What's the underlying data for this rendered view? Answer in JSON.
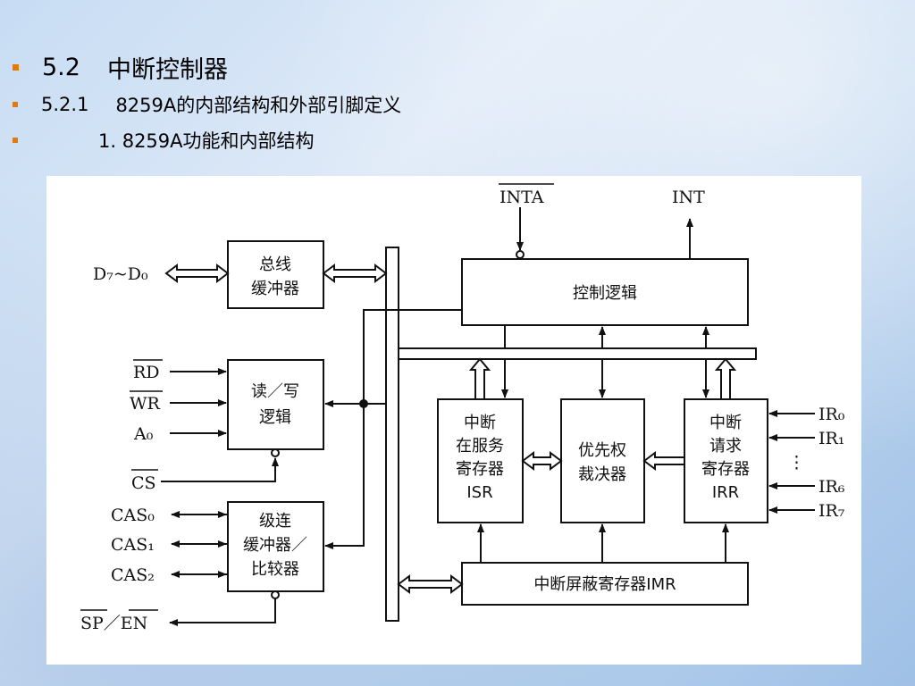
{
  "slide": {
    "title_number": "5.2",
    "title_text": "中断控制器",
    "subtitle_number": "5.2.1",
    "subtitle_text": "8259A的内部结构和外部引脚定义",
    "item_text": "1. 8259A功能和内部结构"
  },
  "colors": {
    "bullet": "#e07a10",
    "diagram_line": "#111111"
  },
  "diagram": {
    "pins": {
      "inta": "INTA",
      "int": "INT",
      "d7_d0": "D₇~D₀",
      "rd": "RD",
      "wr": "WR",
      "a0": "A₀",
      "cs": "CS",
      "cas0": "CAS₀",
      "cas1": "CAS₁",
      "cas2": "CAS₂",
      "sp_en": "SP／EN",
      "ir0": "IR₀",
      "ir1": "IR₁",
      "ir_dots": "⋮",
      "ir6": "IR₆",
      "ir7": "IR₇"
    },
    "blocks": {
      "bus_buffer": [
        "总线",
        "缓冲器"
      ],
      "rw_logic": [
        "读／写",
        "逻辑"
      ],
      "cascade": [
        "级连",
        "缓冲器／",
        "比较器"
      ],
      "control_logic": [
        "控制逻辑"
      ],
      "isr": [
        "中断",
        "在服务",
        "寄存器",
        "ISR"
      ],
      "priority": [
        "优先权",
        "裁决器"
      ],
      "irr": [
        "中断",
        "请求",
        "寄存器",
        "IRR"
      ],
      "imr": [
        "中断屏蔽寄存器IMR"
      ]
    }
  }
}
